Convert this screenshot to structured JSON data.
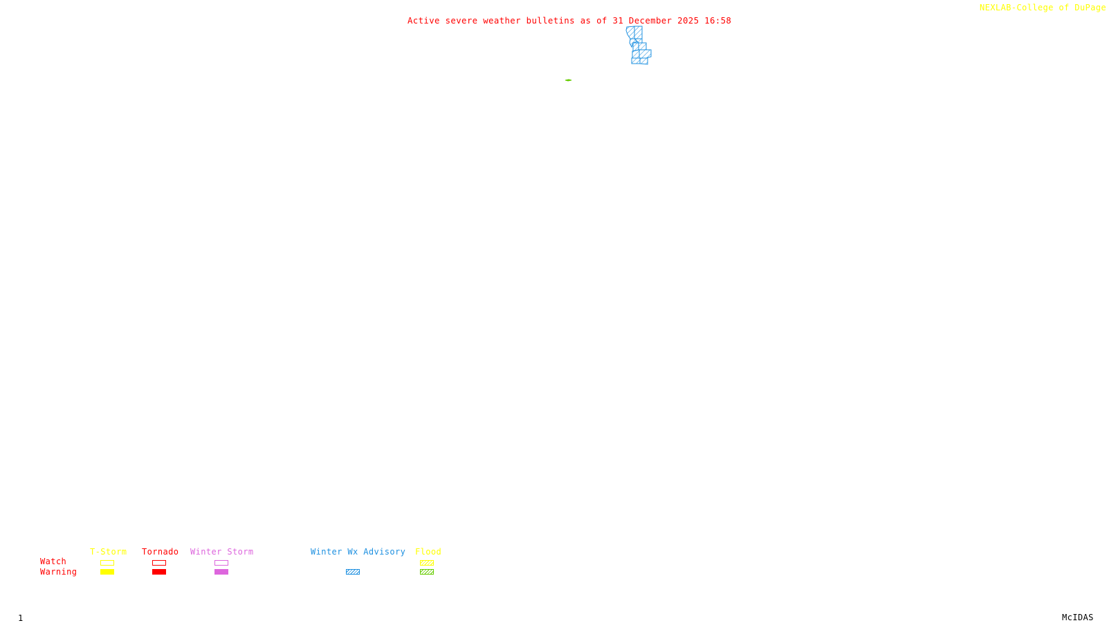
{
  "header": {
    "title": "Active severe weather bulletins as of 31 December 2025 16:58",
    "credit": "NEXLAB-College of DuPage",
    "credit_icon": "logo-icon"
  },
  "footer": {
    "frame_number": "1",
    "app_name": "McIDAS"
  },
  "colors": {
    "title": "#ff0000",
    "credit": "#ffff00",
    "tstorm": "#ffff00",
    "tornado": "#ff0000",
    "winter_storm": "#dd66dd",
    "winter_wx_advisory": "#1e90e0",
    "flood_watch": "#ffff00",
    "flood_warning": "#66cc00"
  },
  "map": {
    "active_areas": [
      {
        "type": "Winter Wx Advisory",
        "style": "hatched",
        "color": "#1e90e0"
      },
      {
        "type": "Flood Warning",
        "style": "hatched",
        "color": "#66cc00"
      }
    ]
  },
  "legend": {
    "rows": {
      "watch": "Watch",
      "warning": "Warning"
    },
    "categories": [
      {
        "label": "T-Storm",
        "watch_style": "outline",
        "warning_style": "solid"
      },
      {
        "label": "Tornado",
        "watch_style": "outline",
        "warning_style": "solid"
      },
      {
        "label": "Winter Storm",
        "watch_style": "outline",
        "warning_style": "solid"
      },
      {
        "label": "Winter Wx Advisory",
        "watch_style": "none",
        "warning_style": "hatched"
      },
      {
        "label": "Flood",
        "watch_style": "hatched",
        "warning_style": "hatched"
      }
    ]
  }
}
